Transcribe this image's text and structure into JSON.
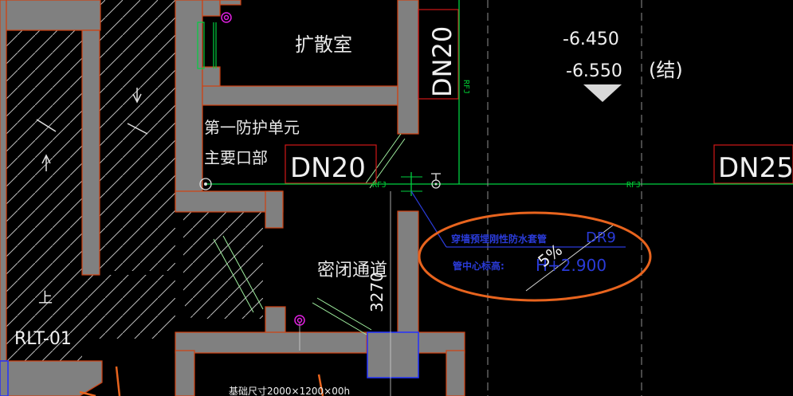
{
  "rooms": {
    "diffusion_room": "扩散室",
    "protection_unit": "第一防护单元",
    "main_entrance": "主要口部",
    "airtight_passage": "密闭通道"
  },
  "pipe_tags": {
    "dn20_vertical": "DN20",
    "dn20_horizontal": "DN20",
    "dn25": "DN25",
    "rfj_vertical": "RFJ",
    "rfj_left": "RFJ",
    "rfj_right": "RFJ"
  },
  "elevations": {
    "upper": "-6.450",
    "lower": "-6.550",
    "note": "(结)"
  },
  "annotation": {
    "line1": "穿墙预埋刚性防水套管",
    "code": "DR9",
    "line2": "管中心标高:",
    "elevation": "H+2.900",
    "slope": "5%"
  },
  "dimensions": {
    "passage_length": "3270",
    "foundation_size": "基础尺寸2000×1200×00h"
  },
  "stair": {
    "label": "RLT-01",
    "up_label": "上"
  },
  "colors": {
    "wall": "#808080",
    "wall_outline": "#d04010",
    "pipe_green": "#00d040",
    "annotation_blue": "#2a3bd8",
    "revision_cloud": "#e8641e",
    "magenta_symbol": "#e020e0"
  }
}
